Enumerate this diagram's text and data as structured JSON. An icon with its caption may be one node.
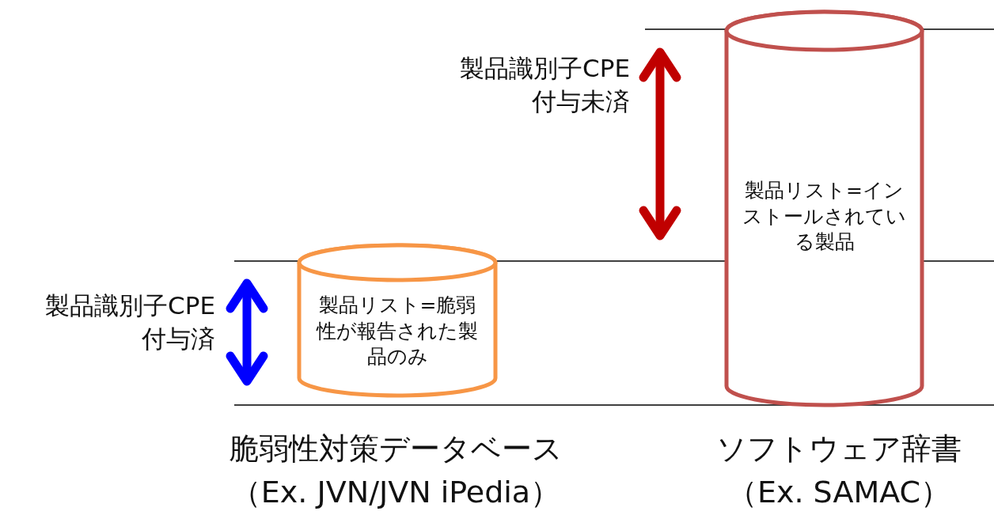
{
  "diagram": {
    "nodes": [
      {
        "text": [
          "製品リスト=脆弱性が報告された製品のみ"
        ],
        "beside": [
          "脆弱性対策データベース（Ex. JVN/JVN iPedia）"
        ]
      },
      {
        "text": [
          "製品リスト=インストールされている製品"
        ],
        "beside": [
          "ソフトウェア辞書（Ex. SAMAC）"
        ]
      }
    ],
    "edges": [],
    "labels": [
      "製品識別子CPE付与未済",
      "製品識別子CPE付与済"
    ]
  }
}
